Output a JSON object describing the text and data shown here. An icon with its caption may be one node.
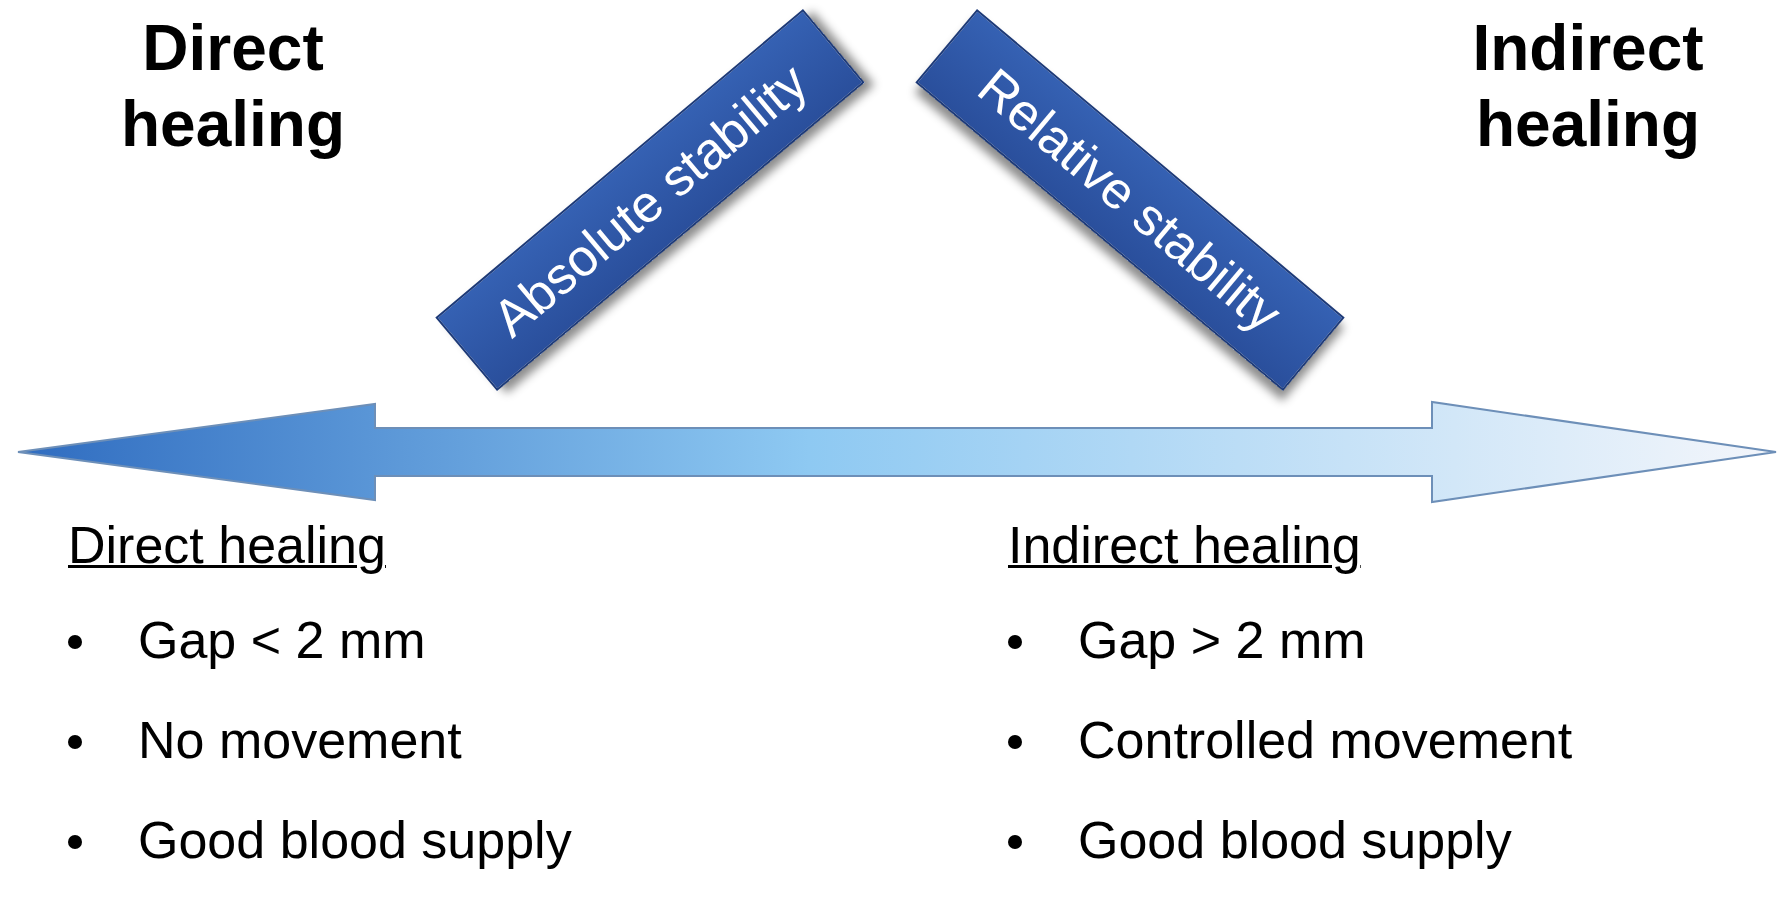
{
  "diagram": {
    "nodes": [
      {
        "text": [
          "Absolute stability"
        ]
      },
      {
        "text": [
          "Relative stability"
        ]
      }
    ],
    "labels": [
      "Direct healing",
      "Indirect healing",
      "Direct healing",
      "Indirect healing",
      "Gap < 2 mm",
      "Gap > 2 mm",
      "No movement",
      "Controlled movement",
      "Good blood supply",
      "Good blood supply"
    ]
  }
}
